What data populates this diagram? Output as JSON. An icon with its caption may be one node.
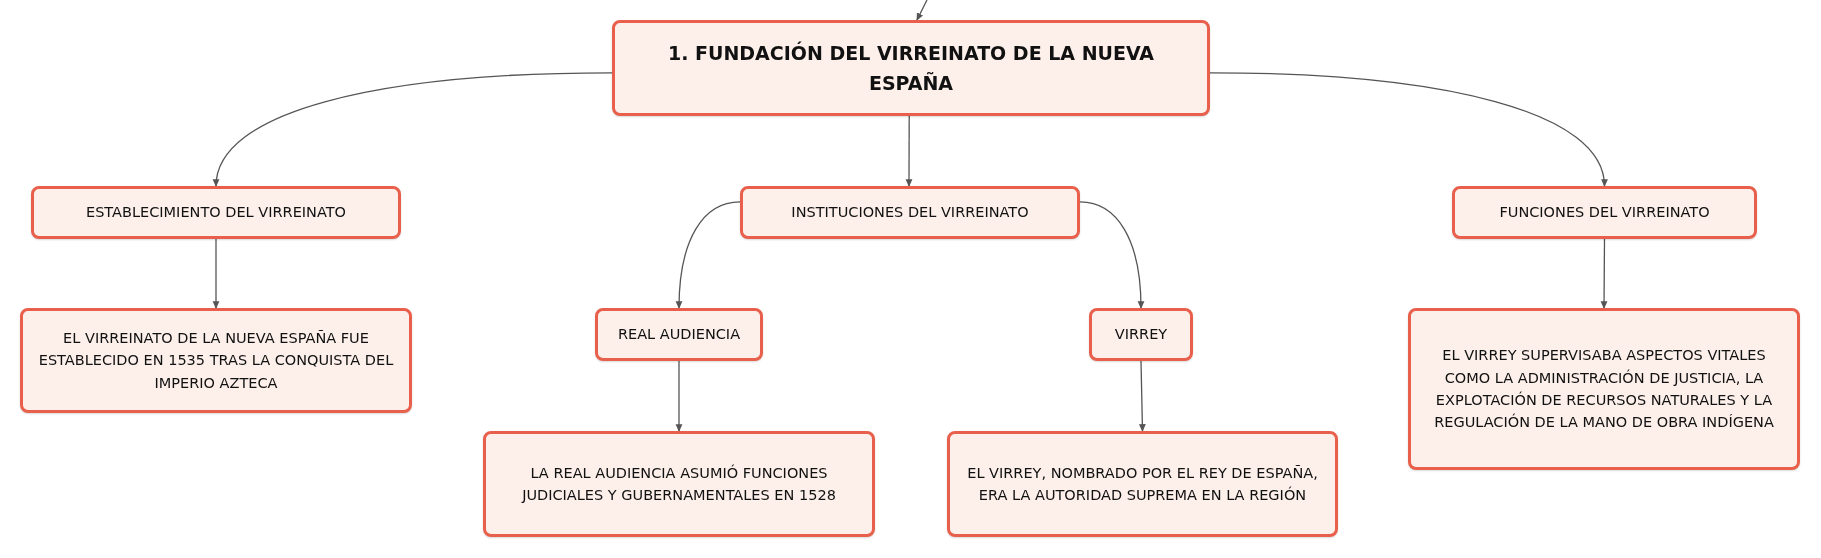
{
  "diagram": {
    "nodes": [
      {
        "text": [
          "1. FUNDACIÓN DEL VIRREINATO DE LA NUEVA ESPAÑA"
        ]
      },
      {
        "text": [
          "ESTABLECIMIENTO DEL VIRREINATO"
        ]
      },
      {
        "text": [
          "INSTITUCIONES DEL VIRREINATO"
        ]
      },
      {
        "text": [
          "FUNCIONES DEL VIRREINATO"
        ]
      },
      {
        "text": [
          "EL VIRREINATO DE LA NUEVA ESPAÑA FUE ESTABLECIDO EN 1535 TRAS LA CONQUISTA DEL IMPERIO AZTECA"
        ]
      },
      {
        "text": [
          "REAL AUDIENCIA"
        ]
      },
      {
        "text": [
          "VIRREY"
        ]
      },
      {
        "text": [
          "EL VIRREY SUPERVISABA ASPECTOS VITALES COMO LA ADMINISTRACIÓN DE JUSTICIA, LA EXPLOTACIÓN DE RECURSOS NATURALES Y LA REGULACIÓN DE LA MANO DE OBRA INDÍGENA"
        ]
      },
      {
        "text": [
          "LA REAL AUDIENCIA ASUMIÓ FUNCIONES JUDICIALES Y GUBERNAMENTALES EN 1528"
        ]
      },
      {
        "text": [
          "EL VIRREY, NOMBRADO POR EL REY DE ESPAÑA, ERA LA AUTORIDAD SUPREMA EN LA REGIÓN"
        ]
      }
    ],
    "edges": [
      {
        "from": null,
        "to": 0,
        "arrow": "to"
      },
      {
        "from": 0,
        "to": 1,
        "arrow": "to"
      },
      {
        "from": 0,
        "to": 2,
        "arrow": "to"
      },
      {
        "from": 0,
        "to": 3,
        "arrow": "to"
      },
      {
        "from": 1,
        "to": 4,
        "arrow": "to"
      },
      {
        "from": 2,
        "to": 5,
        "arrow": "to"
      },
      {
        "from": 2,
        "to": 6,
        "arrow": "to"
      },
      {
        "from": 3,
        "to": 7,
        "arrow": "to"
      },
      {
        "from": 5,
        "to": 8,
        "arrow": "to"
      },
      {
        "from": 6,
        "to": 9,
        "arrow": "to"
      }
    ]
  }
}
